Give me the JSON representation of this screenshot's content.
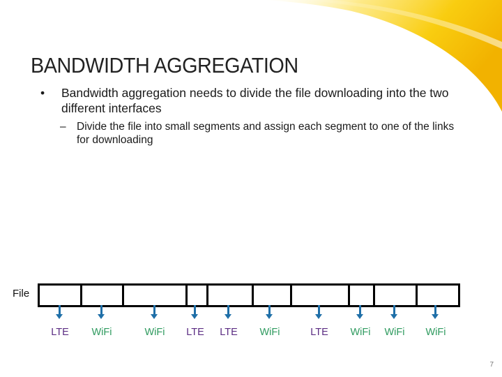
{
  "slide": {
    "title": "BANDWIDTH AGGREGATION",
    "bullets": [
      {
        "marker": "•",
        "text": "Bandwidth aggregation needs to divide the file downloading into the two different interfaces"
      },
      {
        "marker": "–",
        "text": "Divide the file into small segments and assign each segment to one of the links for downloading"
      }
    ],
    "page_number": "7"
  },
  "diagram": {
    "file_label": "File",
    "colors": {
      "LTE": "#5b2d83",
      "WiFi": "#2e9a5e",
      "arrow": "#1f6fa8",
      "accent_swoosh": "#f5c000"
    },
    "segments": [
      {
        "link": "LTE"
      },
      {
        "link": "WiFi"
      },
      {
        "link": "WiFi"
      },
      {
        "link": "LTE"
      },
      {
        "link": "LTE"
      },
      {
        "link": "WiFi"
      },
      {
        "link": "LTE"
      },
      {
        "link": "WiFi"
      },
      {
        "link": "WiFi"
      },
      {
        "link": "WiFi"
      }
    ]
  }
}
